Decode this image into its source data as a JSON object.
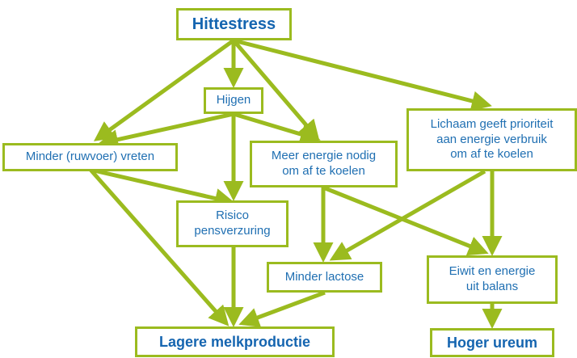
{
  "colors": {
    "border": "#9bbb1f",
    "arrow": "#9bbb1f",
    "text": "#1f6fb2",
    "text_bold": "#1565b0"
  },
  "nodes": {
    "hittestress": "Hittestress",
    "hijgen": "Hijgen",
    "minder_vreten": "Minder (ruwvoer) vreten",
    "meer_energie_l1": "Meer energie nodig",
    "meer_energie_l2": "om af te koelen",
    "lichaam_l1": "Lichaam geeft prioriteit",
    "lichaam_l2": "aan energie verbruik",
    "lichaam_l3": "om af te koelen",
    "risico_l1": "Risico",
    "risico_l2": "pensverzuring",
    "minder_lactose": "Minder lactose",
    "eiwit_l1": "Eiwit en energie",
    "eiwit_l2": "uit balans",
    "lagere_melkproductie": "Lagere melkproductie",
    "hoger_ureum": "Hoger ureum"
  }
}
